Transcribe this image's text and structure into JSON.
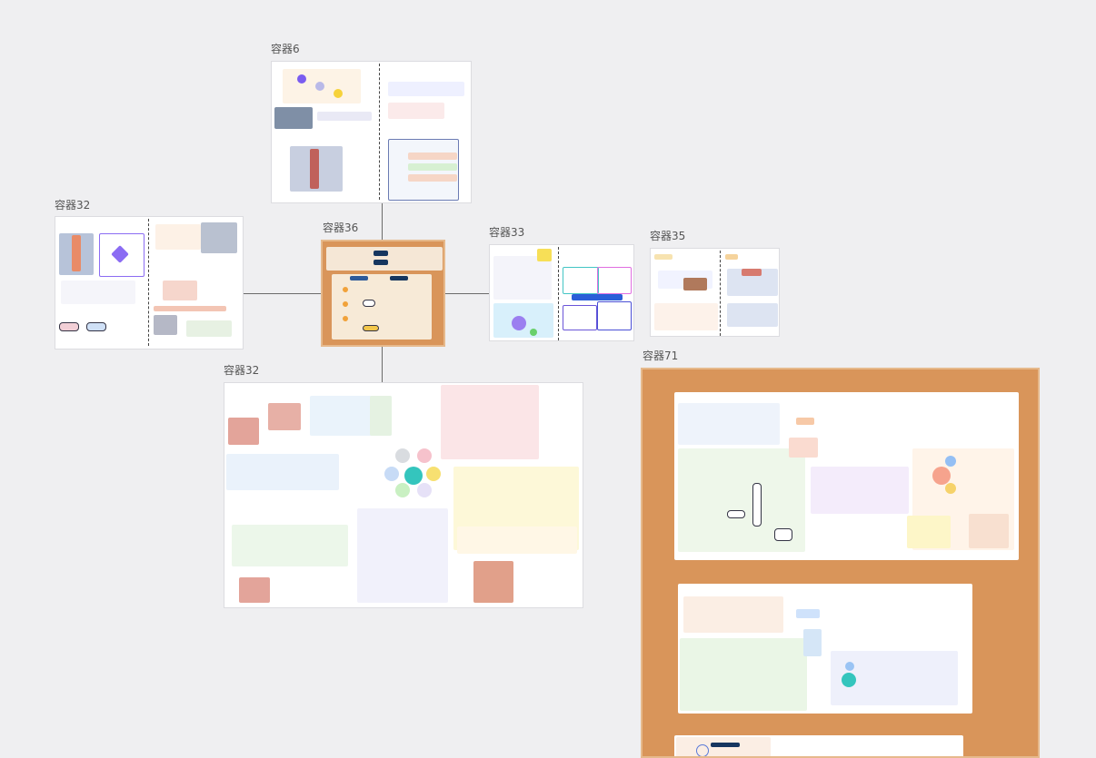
{
  "board": {
    "frames": [
      {
        "id": "f6",
        "label": "容器6"
      },
      {
        "id": "f32a",
        "label": "容器32"
      },
      {
        "id": "f36",
        "label": "容器36"
      },
      {
        "id": "f33",
        "label": "容器33"
      },
      {
        "id": "f35",
        "label": "容器35"
      },
      {
        "id": "f32b",
        "label": "容器32"
      },
      {
        "id": "f71",
        "label": "容器71"
      }
    ]
  },
  "colors": {
    "canvas": "#efeff1",
    "cork": "#d9955a",
    "connector": "#6b6b6b"
  }
}
